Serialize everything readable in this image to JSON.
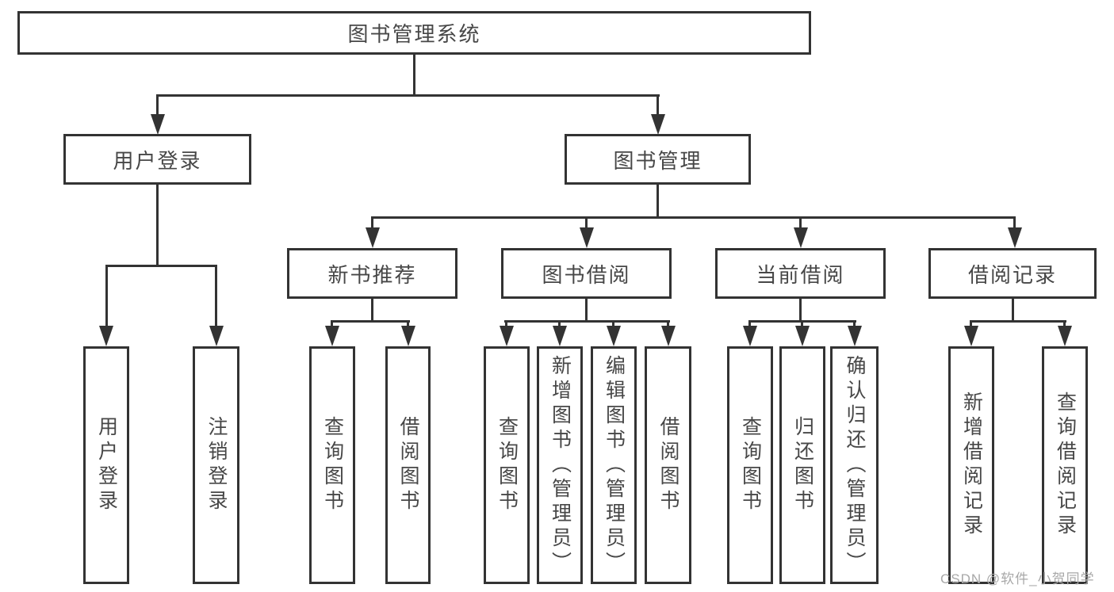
{
  "diagram": {
    "root": "图书管理系统",
    "level2": {
      "user_login": "用户登录",
      "book_mgmt": "图书管理"
    },
    "level3": {
      "recommend": "新书推荐",
      "borrow": "图书借阅",
      "current": "当前借阅",
      "records": "借阅记录"
    },
    "leaves": {
      "login": [
        "用户登录",
        "注销登录"
      ],
      "recommend": [
        "查询图书",
        "借阅图书"
      ],
      "borrow": [
        "查询图书",
        "新增图书（管理员）",
        "编辑图书（管理员）",
        "借阅图书"
      ],
      "current": [
        "查询图书",
        "归还图书",
        "确认归还（管理员）"
      ],
      "records": [
        "新增借阅记录",
        "查询借阅记录"
      ]
    }
  },
  "watermark": "CSDN @软件_小贺同学"
}
